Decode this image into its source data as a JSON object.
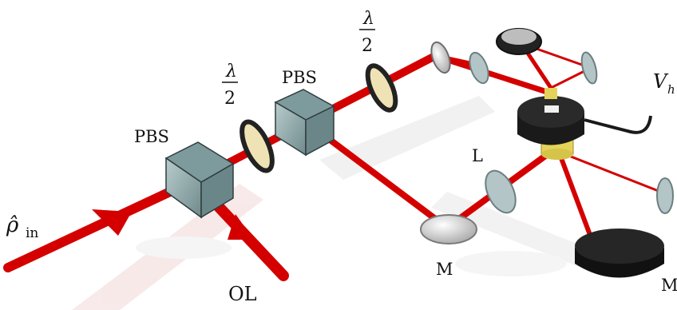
{
  "labels": {
    "rho_in": "ρ̂",
    "rho_in_sub": "in",
    "ol": "OL",
    "pbs_left": "PBS",
    "pbs_right": "PBS",
    "half_wave_left_num": "λ",
    "half_wave_left_den": "2",
    "half_wave_right_num": "λ",
    "half_wave_right_den": "2",
    "lens": "L",
    "mirror_bottom": "M",
    "mirror_right": "M",
    "voltage": "V",
    "voltage_sub": "h"
  },
  "colors": {
    "beam": "#d40000",
    "beam_dark": "#9e0000",
    "glass": "#9fb7b8",
    "waveplate": "#efe3b5",
    "detector": "#1a1a1a",
    "crystal": "#e3d35a"
  }
}
